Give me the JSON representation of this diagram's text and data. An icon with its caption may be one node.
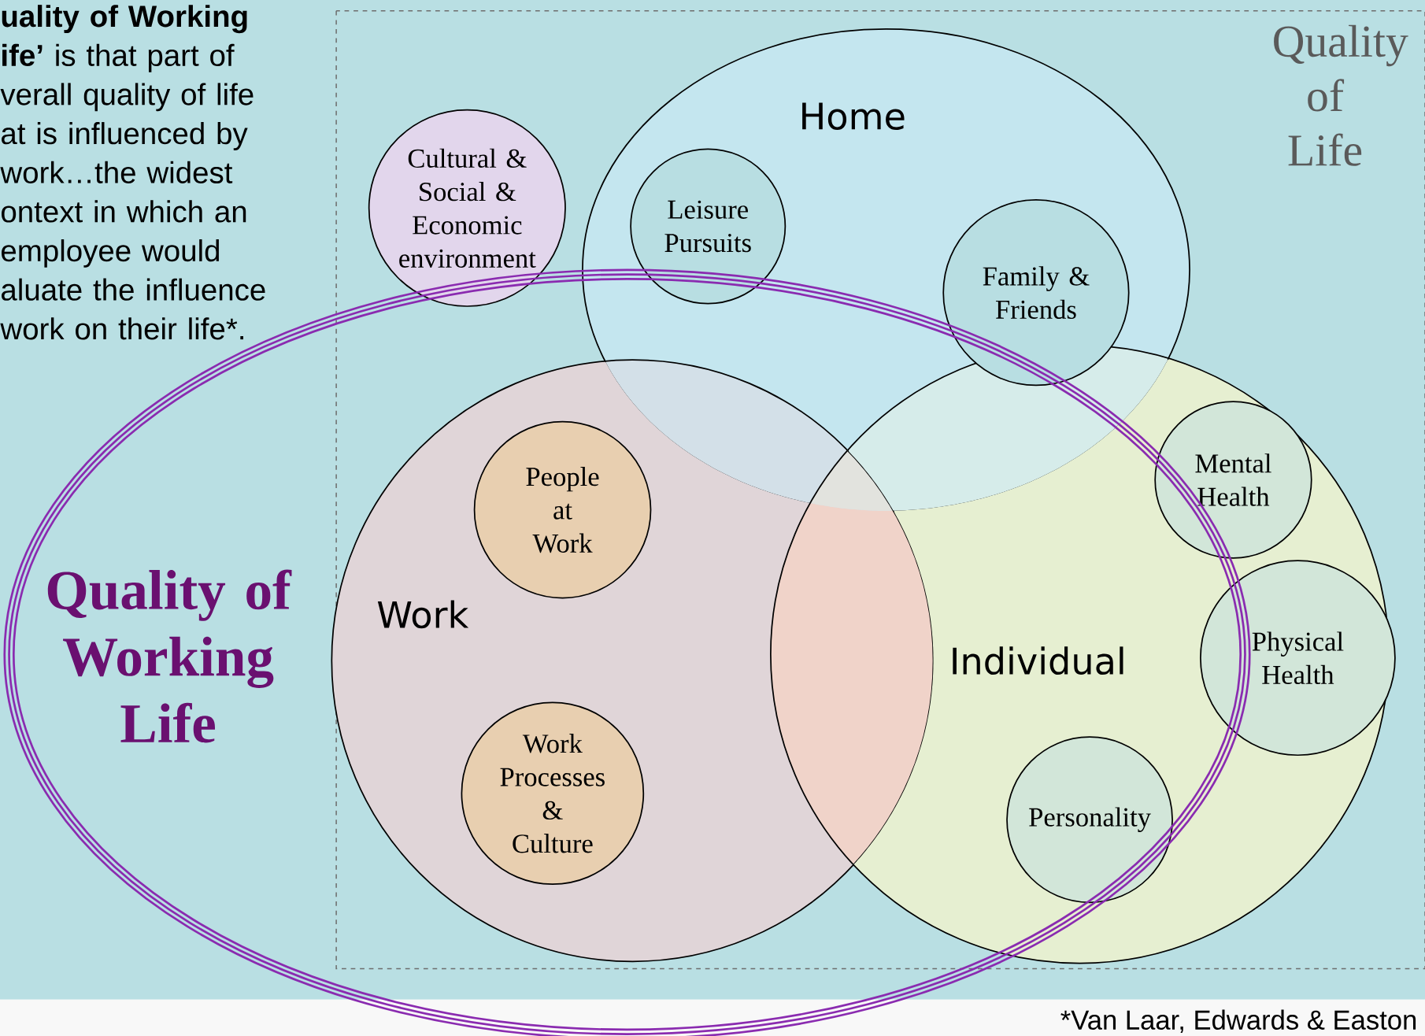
{
  "diagram": {
    "nodes": [
      {
        "text": [
          "Quality of Life"
        ]
      },
      {
        "text": [
          "Quality of Working Life"
        ]
      },
      {
        "text": [
          "Cultural & Social & Economic environment"
        ],
        "in": 0
      },
      {
        "text": [
          "Home"
        ],
        "in": 0
      },
      {
        "text": [
          "Leisure Pursuits"
        ],
        "in": 3
      },
      {
        "text": [
          "Family & Friends"
        ],
        "in": 3
      },
      {
        "text": [
          "Work"
        ]
      },
      {
        "text": [
          "People at Work"
        ],
        "in": 6
      },
      {
        "text": [
          "Individual"
        ],
        "in": 0
      },
      {
        "text": [
          "Mental Health"
        ],
        "in": 8
      },
      {
        "text": [
          "Physical Health"
        ],
        "in": 8
      },
      {
        "text": [
          "Work Processes & Culture"
        ],
        "in": 6
      },
      {
        "text": [
          "Personality"
        ]
      }
    ],
    "labels": [
      "**uality of Working ife’** is that part of verall quality of life at is influenced by work…the widest ontext in which an employee would aluate the influence work on their life*.",
      "*Van Laar, Edwards & Easton"
    ]
  }
}
